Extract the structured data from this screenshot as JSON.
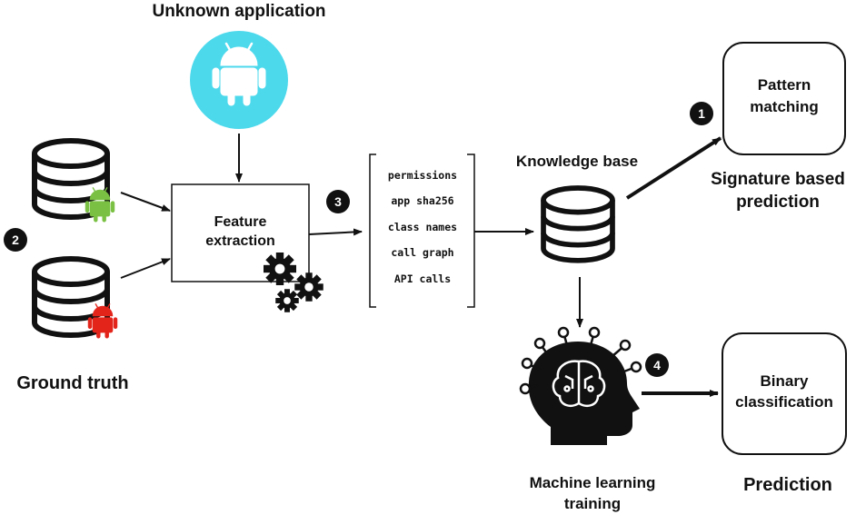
{
  "unknown_app": {
    "title": "Unknown application"
  },
  "ground_truth": {
    "label": "Ground truth"
  },
  "feature_extraction": {
    "line1": "Feature",
    "line2": "extraction"
  },
  "features": {
    "items": [
      "permissions",
      "app sha256",
      "class names",
      "call graph",
      "API calls"
    ]
  },
  "knowledge_base": {
    "label": "Knowledge base"
  },
  "pattern_matching": {
    "line1": "Pattern",
    "line2": "matching"
  },
  "signature": {
    "line1": "Signature based",
    "line2": "prediction"
  },
  "ml": {
    "line1": "Machine learning",
    "line2": "training"
  },
  "binary": {
    "line1": "Binary",
    "line2": "classification"
  },
  "prediction": {
    "label": "Prediction"
  },
  "steps": [
    "1",
    "2",
    "3",
    "4"
  ],
  "colors": {
    "android_blue": "#4dd9ec",
    "android_green": "#7ac143",
    "malware_red": "#e3241b",
    "ink": "#111111"
  },
  "icons": [
    "android-icon",
    "database-icon",
    "gear-icon",
    "ai-brain-head-icon"
  ]
}
